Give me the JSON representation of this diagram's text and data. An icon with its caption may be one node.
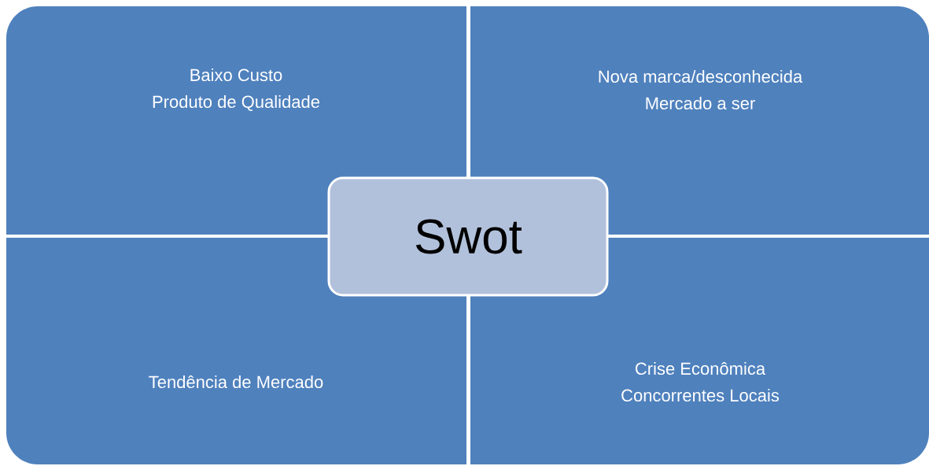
{
  "diagram": {
    "nodes": [
      {
        "text": [
          "Baixo Custo",
          "Produto de Qualidade"
        ]
      },
      {
        "text": [
          "Nova marca/desconhecida",
          "Mercado a ser"
        ]
      },
      {
        "text": [
          "Tendência de Mercado"
        ]
      },
      {
        "text": [
          "Crise Econômica",
          "Concorrentes Locais"
        ]
      },
      {
        "text": [
          "Swot"
        ]
      }
    ]
  }
}
